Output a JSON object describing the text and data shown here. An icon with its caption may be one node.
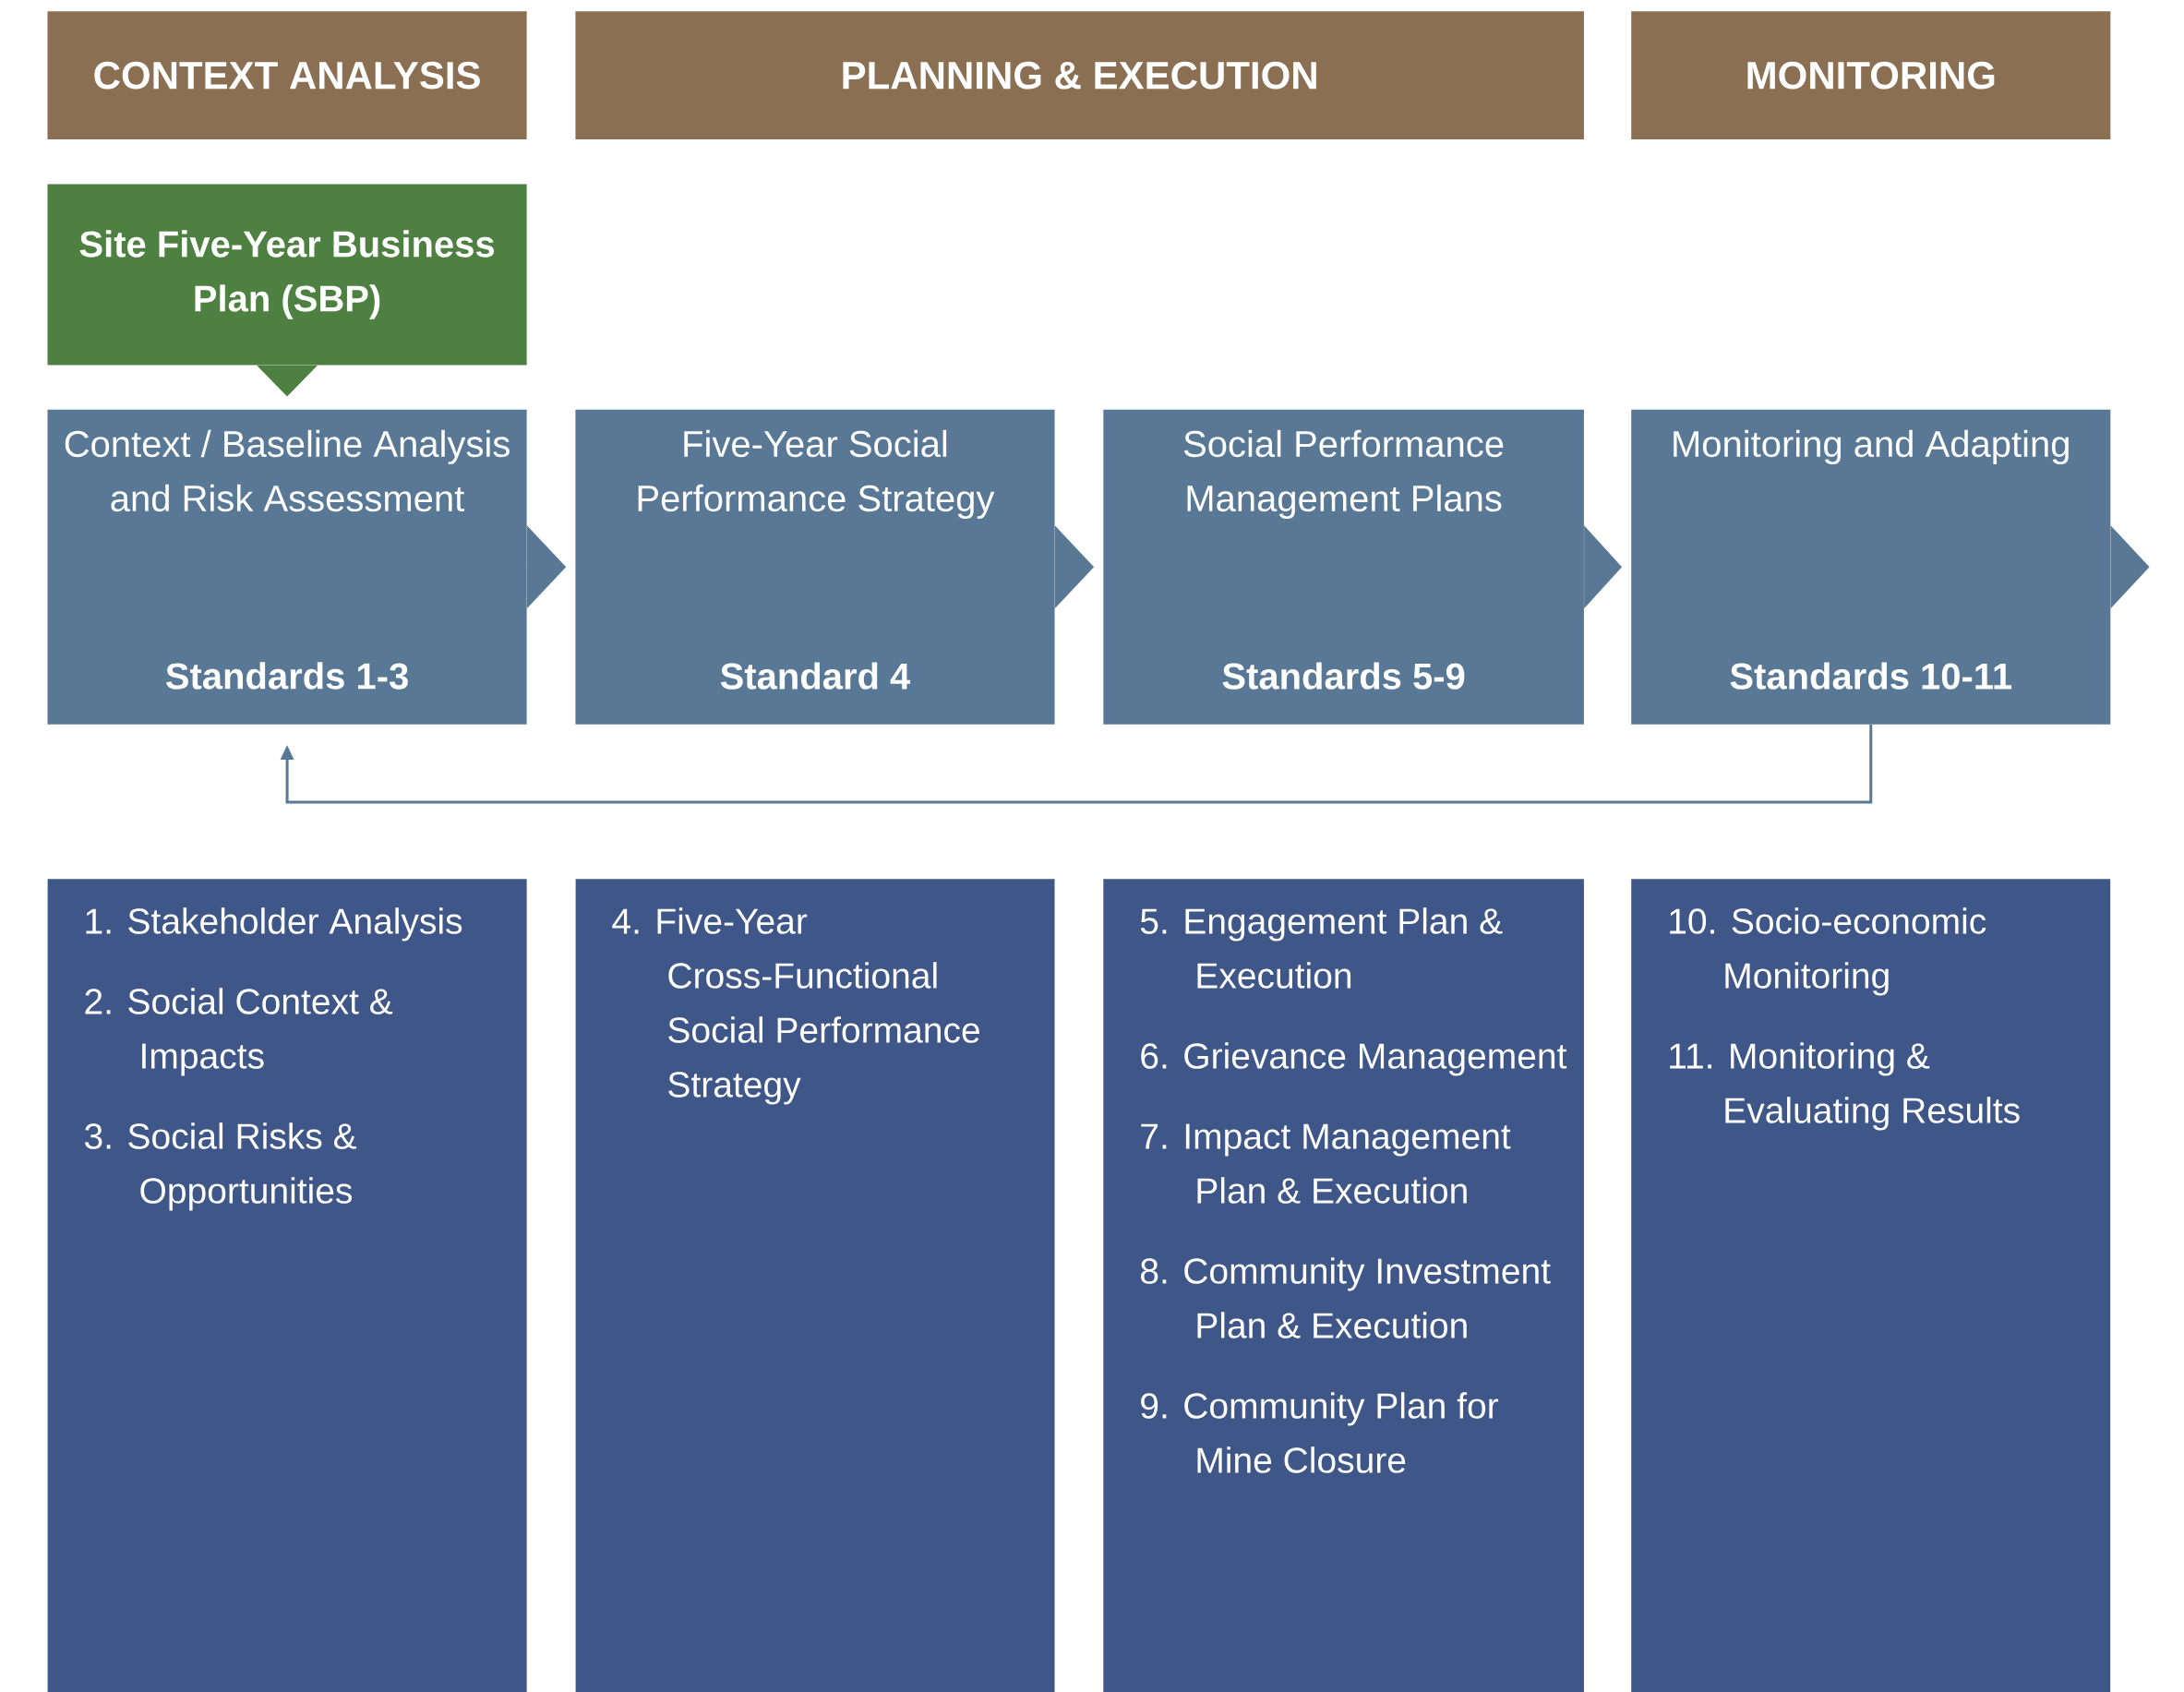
{
  "diagram": {
    "nodes": [
      {
        "text": [
          "CONTEXT ANALYSIS"
        ]
      },
      {
        "text": [
          "PLANNING & EXECUTION"
        ]
      },
      {
        "text": [
          "MONITORING"
        ]
      },
      {
        "text": [
          "Site Five-Year Business Plan (SBP)"
        ]
      },
      {
        "text": [
          "Context / Baseline Analysis and Risk Assessment",
          "Standards 1-3"
        ]
      },
      {
        "text": [
          "Five-Year Social Performance Strategy",
          "Standard 4"
        ]
      },
      {
        "text": [
          "Social Performance Management Plans",
          "Standards 5-9"
        ]
      },
      {
        "text": [
          "Monitoring and Adapting",
          "Standards 10-11"
        ]
      },
      {
        "text": [
          "1. Stakeholder Analysis",
          "2. Social Context & Impacts",
          "3. Social Risks & Opportunities"
        ]
      },
      {
        "text": [
          "4. Five-Year Cross-Functional Social Performance Strategy"
        ]
      },
      {
        "text": [
          "5. Engagement Plan & Execution",
          "6. Grievance Management",
          "7. Impact Management Plan & Execution",
          "8. Community Investment Plan & Execution",
          "9. Community Plan for Mine Closure"
        ]
      },
      {
        "text": [
          "10. Socio-economic Monitoring",
          "11. Monitoring & Evaluating Results"
        ]
      }
    ],
    "edges": [
      {
        "from": 3,
        "to": 4,
        "arrow": "to",
        "color": "#4e8042"
      },
      {
        "from": 4,
        "to": 5,
        "arrow": "to"
      },
      {
        "from": 5,
        "to": 6,
        "arrow": "to"
      },
      {
        "from": 6,
        "to": 7,
        "arrow": "to"
      },
      {
        "from": 7,
        "to": null,
        "arrow": "to"
      },
      {
        "from": 7,
        "to": 4,
        "arrow": "to"
      }
    ]
  }
}
